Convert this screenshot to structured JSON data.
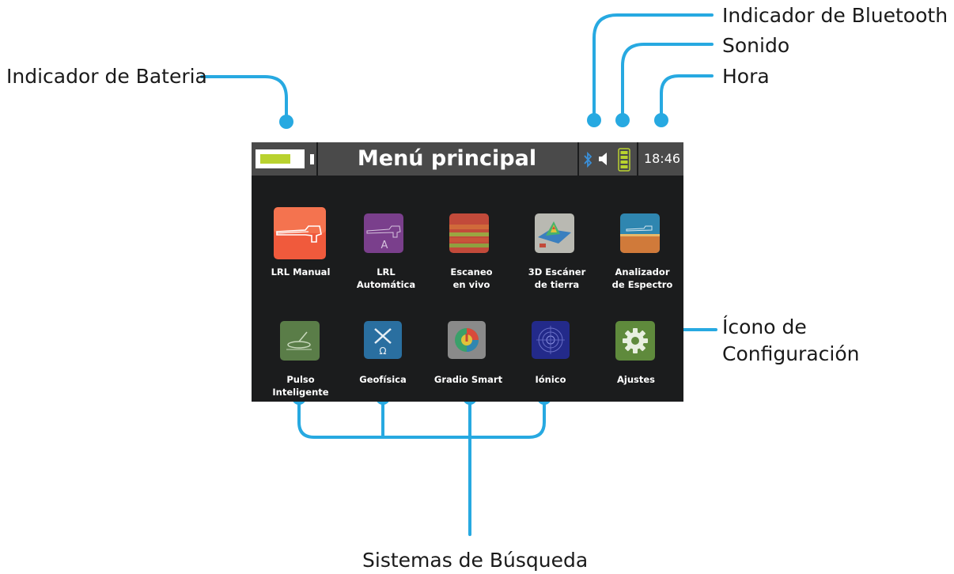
{
  "callouts": {
    "bluetooth": "Indicador de Bluetooth",
    "sound": "Sonido",
    "time": "Hora",
    "battery": "Indicador de Bateria",
    "settings_line1": "Ícono de",
    "settings_line2": "Configuración",
    "search_systems": "Sistemas de Búsqueda"
  },
  "screen": {
    "title": "Menú principal",
    "time": "18:46",
    "battery_level": 0.75,
    "status_icons": [
      "bluetooth-icon",
      "speaker-icon",
      "signal-bars-icon"
    ],
    "menu": [
      {
        "label": "LRL Manual",
        "icon": "lrl-manual-icon",
        "color": "#f05a3c"
      },
      {
        "label": "LRL\nAutomática",
        "icon": "lrl-automatic-icon",
        "color": "#7a3f8c"
      },
      {
        "label": "Escaneo\nen vivo",
        "icon": "live-scan-icon",
        "color": "#c24a3a"
      },
      {
        "label": "3D Escáner\nde tierra",
        "icon": "3d-ground-scanner-icon",
        "color": "#b9b9b2"
      },
      {
        "label": "Analizador\nde Espectro",
        "icon": "spectrum-analyzer-icon",
        "color": "#2f86b0"
      },
      {
        "label": "Pulso\nInteligente",
        "icon": "smart-pulse-icon",
        "color": "#5a7d48"
      },
      {
        "label": "Geofísica",
        "icon": "geophysics-icon",
        "color": "#2a6fa0"
      },
      {
        "label": "Gradio Smart",
        "icon": "gradio-smart-icon",
        "color": "#8a8a8a"
      },
      {
        "label": "Iónico",
        "icon": "ionic-icon",
        "color": "#232a8a"
      },
      {
        "label": "Ajustes",
        "icon": "settings-gear-icon",
        "color": "#5f8a3c"
      }
    ]
  },
  "colors": {
    "callout_line": "#27a9e1",
    "screen_bg": "#1b1c1d",
    "status_bar": "#4a4a4a",
    "battery_fill": "#b9d22f",
    "signal": "#b9d22f"
  }
}
